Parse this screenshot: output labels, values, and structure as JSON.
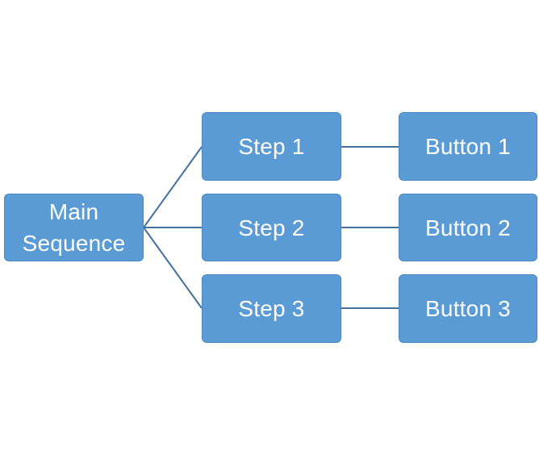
{
  "diagram": {
    "main": {
      "label_line_1": "Main",
      "label_line_2": "Sequence"
    },
    "steps": [
      {
        "label": "Step 1"
      },
      {
        "label": "Step 2"
      },
      {
        "label": "Step 3"
      }
    ],
    "buttons": [
      {
        "label": "Button 1"
      },
      {
        "label": "Button 2"
      },
      {
        "label": "Button 3"
      }
    ],
    "colors": {
      "node_fill": "#5b9bd5",
      "node_border": "#4a88c2",
      "connector": "#41719c",
      "text": "#ffffff"
    }
  }
}
